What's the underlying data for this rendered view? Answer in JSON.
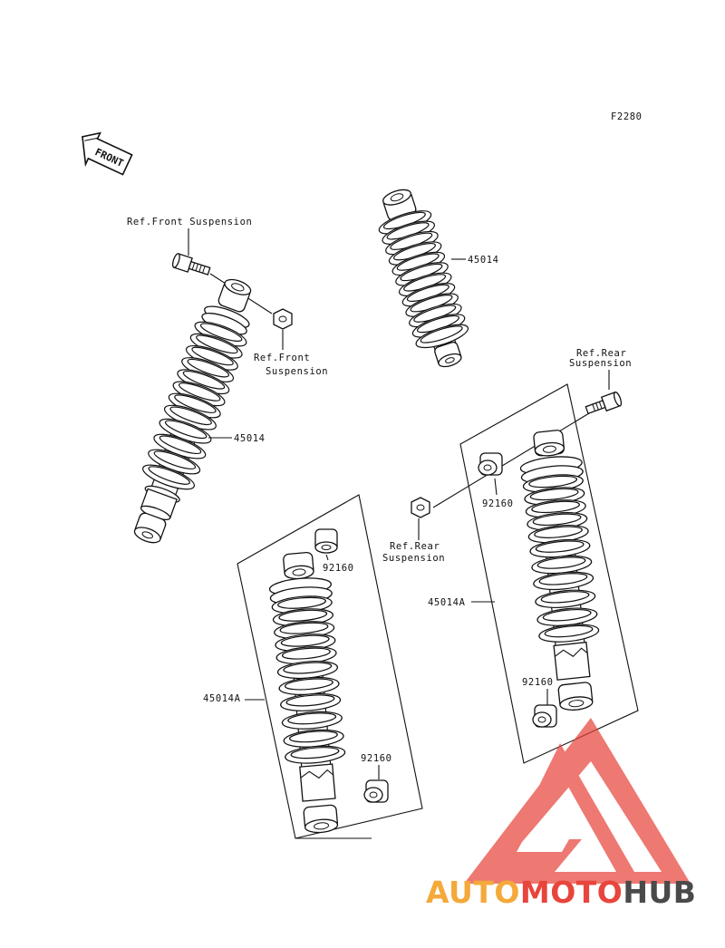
{
  "diagram": {
    "figure_code": "F2280",
    "direction_indicator": "FRONT",
    "labels": {
      "ref_front_top": "Ref.Front Suspension",
      "ref_front_mid_1": "Ref.Front",
      "ref_front_mid_2": "Suspension",
      "ref_rear_top_1": "Ref.Rear",
      "ref_rear_top_2": "Suspension",
      "ref_rear_mid_1": "Ref.Rear",
      "ref_rear_mid_2": "Suspension"
    },
    "part_numbers": {
      "shock_top": "45014",
      "shock_left": "45014",
      "shock_assy_bottom": "45014A",
      "shock_assy_right": "45014A",
      "bushing_bottom_upper": "92160",
      "bushing_bottom_lower": "92160",
      "bushing_right_upper": "92160",
      "bushing_right_lower": "92160"
    }
  },
  "watermark": {
    "part1": "AUTO",
    "part2": "MOTO",
    "part3": "HUB",
    "colors": {
      "triangle": "#e8453c",
      "auto": "#f4a93a",
      "moto": "#e8453c",
      "hub": "#4a4a4a"
    }
  }
}
